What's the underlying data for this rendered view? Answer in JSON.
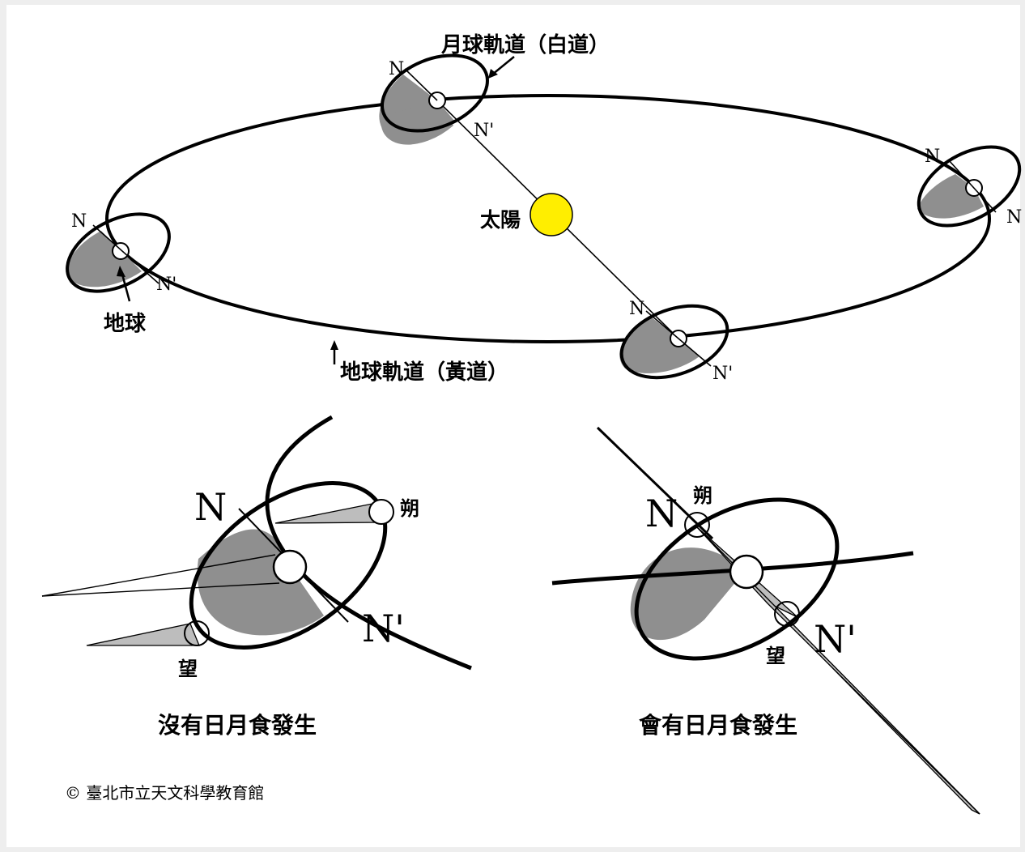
{
  "labels": {
    "moon_orbit": "月球軌道（白道）",
    "earth_orbit": "地球軌道（黃道）",
    "sun": "太陽",
    "earth": "地球",
    "node_n": "N",
    "node_n_prime": "N'",
    "new_moon": "朔",
    "full_moon": "望",
    "caption_no_eclipse": "沒有日月食發生",
    "caption_eclipse": "會有日月食發生",
    "copyright": "© 臺北市立天文科學教育館"
  },
  "colors": {
    "sun_fill": "#ffee00",
    "shade_dark": "#8f8f8f",
    "shade_light": "#bdbdbd",
    "background": "#ffffff"
  }
}
